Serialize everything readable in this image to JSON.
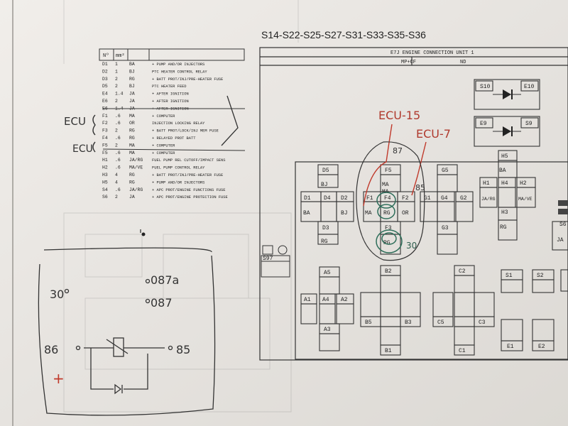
{
  "header": "S14-S22-S25-S27-S31-S33-S35-S36",
  "table": {
    "head": [
      "Nº",
      "mm²"
    ],
    "rows": [
      [
        "D1",
        "1",
        "BA",
        "+ PUMP AND/OR INJECTORS"
      ],
      [
        "D2",
        "1",
        "BJ",
        "PTC HEATER CONTROL RELAY"
      ],
      [
        "D3",
        "2",
        "RG",
        "+ BATT PROT/INJ/PRE-HEATER FUSE"
      ],
      [
        "D5",
        "2",
        "BJ",
        "PTC HEATER FEED"
      ],
      [
        "E4",
        "1.4",
        "JA",
        "+ AFTER IGNITION"
      ],
      [
        "E6",
        "2",
        "JA",
        "+ AFTER IGNITION"
      ],
      [
        "E6",
        "1.4",
        "JA",
        "+ AFTER IGNITION"
      ],
      [
        "F1",
        ".6",
        "MA",
        "+ COMPUTER"
      ],
      [
        "F2",
        ".6",
        "OR",
        "INJECTION LOCKING RELAY"
      ],
      [
        "F3",
        "2",
        "RG",
        "+ BATT PROT/LOCK/INJ MEM FUSE"
      ],
      [
        "F4",
        ".6",
        "RG",
        "+ RELAYED PROT BATT"
      ],
      [
        "F5",
        "2",
        "MA",
        "+ COMPUTER"
      ],
      [
        "F5",
        ".6",
        "MA",
        "+ COMPUTER"
      ],
      [
        "H1",
        ".6",
        "JA/RG",
        "FUEL PUMP REL CUTOFF/IMPACT SENS"
      ],
      [
        "H2",
        ".6",
        "MA/VE",
        "FUEL PUMP CONTROL RELAY"
      ],
      [
        "H3",
        "4",
        "RG",
        "+ BATT PROT/INJ/PRE-HEATER FUSE"
      ],
      [
        "H5",
        "4",
        "RG",
        "+ PUMP AND/OR INJECTORS"
      ],
      [
        "S4",
        ".6",
        "JA/RG",
        "+ APC PROT/ENGINE FUNCTIONS FUSE"
      ],
      [
        "S6",
        "2",
        "JA",
        "+ APC PROT/ENGINE PROTECTION FUSE"
      ]
    ]
  },
  "diagram": {
    "title": "E7J ENGINE CONNECTION UNIT 1",
    "sub_left": "MP+CF",
    "sub_right": "ND",
    "labels": {
      "S10": "S10",
      "E10": "E10",
      "E9": "E9",
      "S9": "S9",
      "D5": "D5",
      "BJ": "BJ",
      "D1": "D1",
      "D4": "D4",
      "D2": "D2",
      "BA": "BA",
      "BJ2": "BJ",
      "D3": "D3",
      "RG": "RG",
      "F5": "F5",
      "MA": "MA",
      "MA2": "MA",
      "F1": "F1",
      "F4": "F4",
      "F2": "F2",
      "MA3": "MA",
      "RG2": "RG",
      "OR": "OR",
      "F3": "F3",
      "RG3": "RG",
      "G5": "G5",
      "G1": "G1",
      "G4": "G4",
      "G2": "G2",
      "G3": "G3",
      "H5": "H5",
      "BAh": "BA",
      "H1": "H1",
      "H4": "H4",
      "H2": "H2",
      "JARG": "JA/RG",
      "MAVE": "MA/VE",
      "H3": "H3",
      "RGh": "RG",
      "S6": "S6",
      "JA": "JA",
      "S97": "S97",
      "A5": "A5",
      "A1": "A1",
      "A4": "A4",
      "A2": "A2",
      "A3": "A3",
      "B2": "B2",
      "B5": "B5",
      "B3": "B3",
      "B1": "B1",
      "C2": "C2",
      "C5": "C5",
      "C3": "C3",
      "C1": "C1",
      "S1": "S1",
      "S2": "S2",
      "E1": "E1",
      "E2": "E2"
    }
  },
  "handwritten": {
    "ecu15": "ECU-15",
    "ecu7": "ECU-7",
    "n87": "87",
    "n85": "85",
    "n30": "30",
    "ecu_left1": "ECU",
    "ecu_left2": "ECU",
    "s30": "30",
    "s87a": "087a",
    "s87": "087",
    "s86": "86",
    "s85": "85",
    "x": "+"
  },
  "colors": {
    "paper": "#eeebe7",
    "ink": "#222222",
    "red_ink": "#c0392b",
    "green_ink": "#2e5e4e",
    "pencil": "#3a3a3a"
  }
}
